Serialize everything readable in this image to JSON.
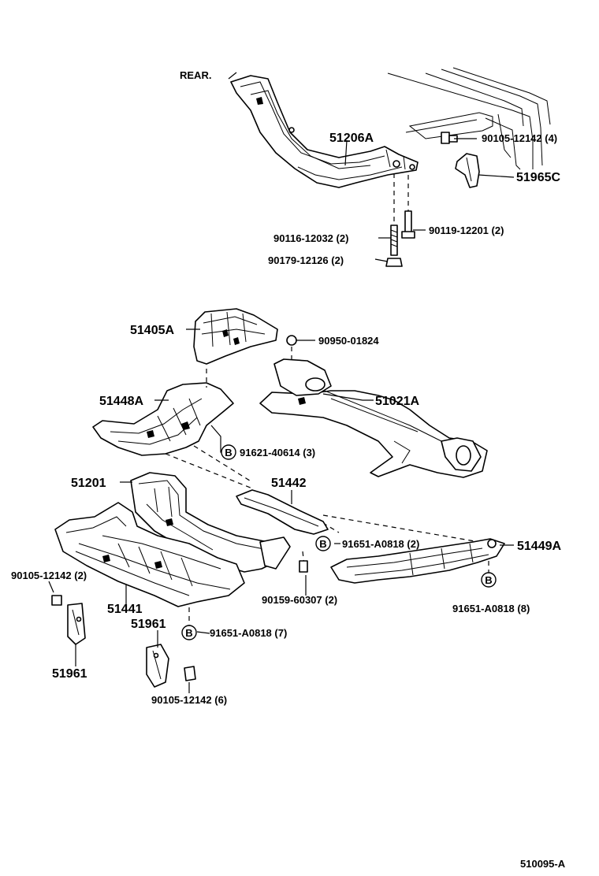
{
  "direction_label": "REAR.",
  "diagram_code": "510095-A",
  "marker_letter": "B",
  "parts": {
    "crossmember": "51206A",
    "bracket_c": "51965C",
    "bolt_top": "90105-12142 (4)",
    "bolt_mid": "90119-12201 (2)",
    "bolt_left": "90116-12032 (2)",
    "nut_top": "90179-12126 (2)",
    "cover_upper": "51405A",
    "clip": "90950-01824",
    "cover_front": "51448A",
    "screw_b1": "91621-40614 (3)",
    "axle_beam": "51021A",
    "under_cover": "51201",
    "brace": "51442",
    "screw_b2": "91651-A0818 (2)",
    "side_cover": "51449A",
    "bolt_left2": "90105-12142 (2)",
    "main_cover": "51441",
    "nut_mid": "90159-60307 (2)",
    "bracket_a": "51961",
    "bracket_b": "51961",
    "screw_b3": "91651-A0818 (7)",
    "screw_b4": "91651-A0818 (8)",
    "bolt_bottom": "90105-12142 (6)"
  }
}
